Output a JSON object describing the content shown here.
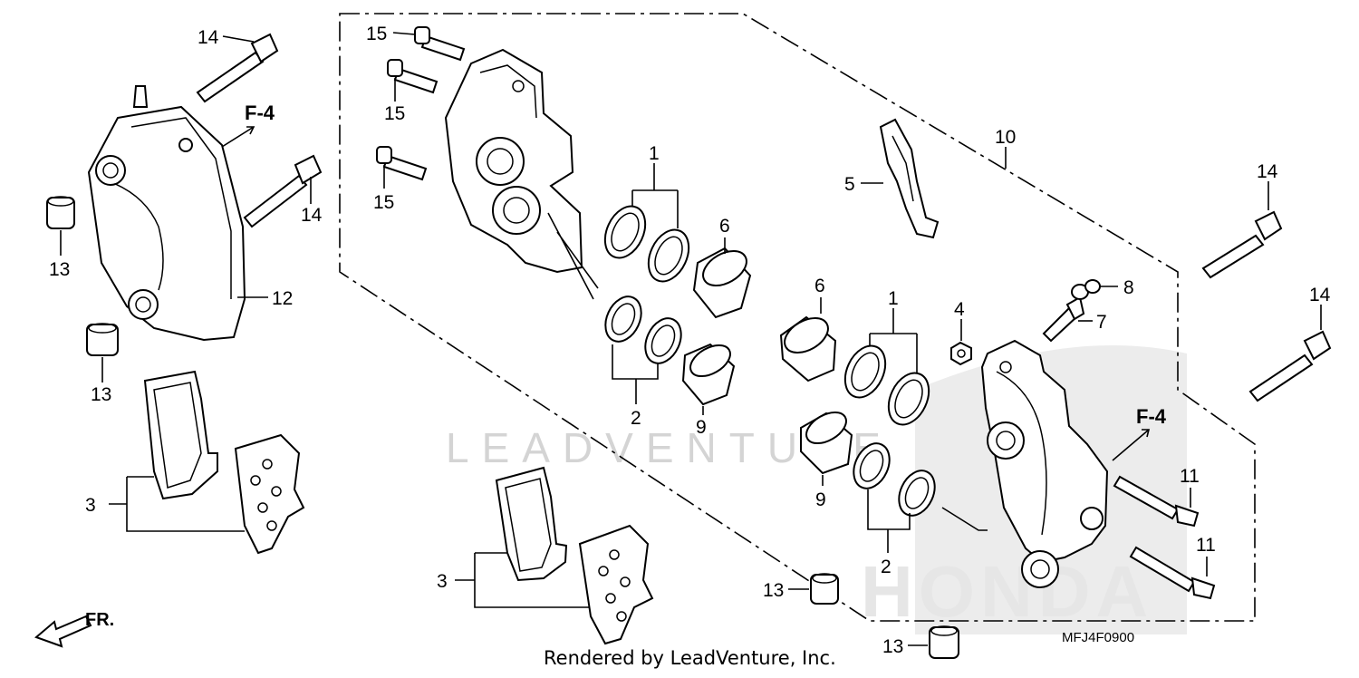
{
  "diagram": {
    "drawing_code": "MFJ4F0900",
    "credit": "Rendered by LeadVenture, Inc.",
    "watermark": "LEADVENTURE",
    "brand_watermark": "HONDA",
    "front_arrow_label": "FR.",
    "view_marks": [
      "F-4",
      "F-4"
    ],
    "callouts": [
      "14",
      "14",
      "14",
      "14",
      "13",
      "13",
      "13",
      "13",
      "12",
      "15",
      "15",
      "15",
      "1",
      "1",
      "2",
      "2",
      "6",
      "6",
      "9",
      "9",
      "3",
      "3",
      "10",
      "5",
      "4",
      "8",
      "7",
      "11",
      "11"
    ]
  }
}
